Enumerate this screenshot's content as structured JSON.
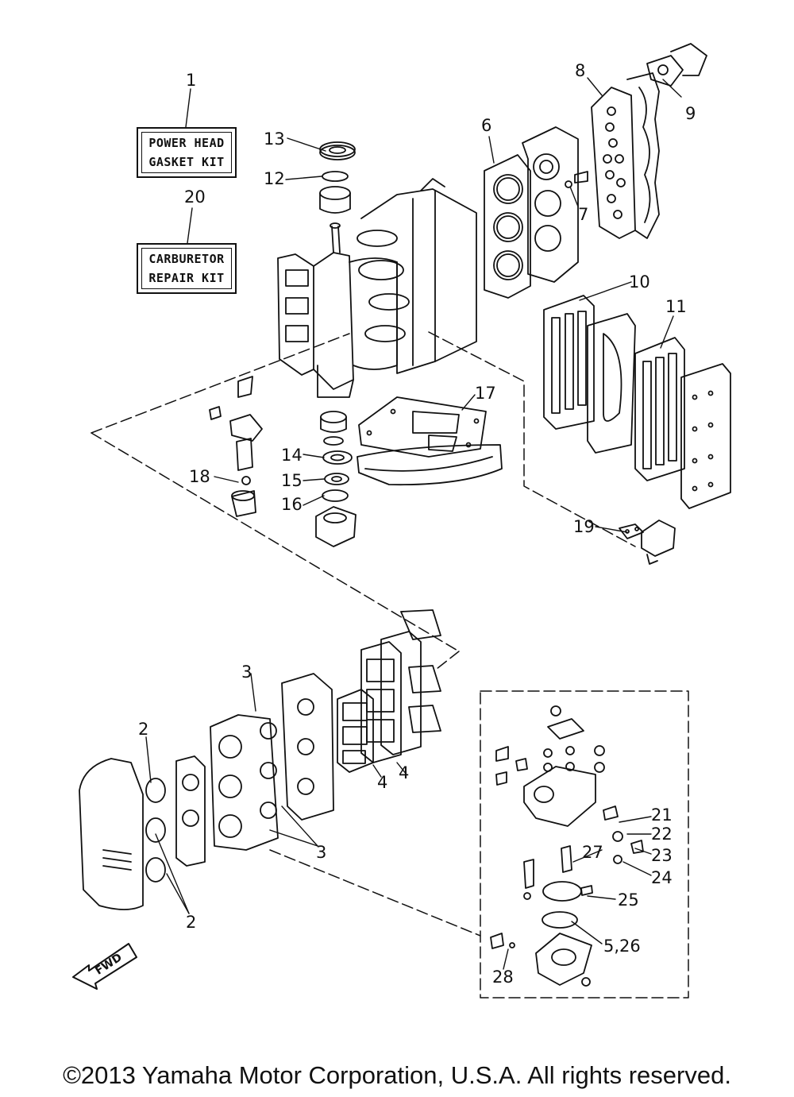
{
  "kits": {
    "power_head": {
      "number": "1",
      "line1": "POWER HEAD",
      "line2": "GASKET KIT"
    },
    "carburetor": {
      "number": "20",
      "line1": "CARBURETOR",
      "line2": "REPAIR KIT"
    }
  },
  "callouts": {
    "c2a": "2",
    "c2b": "2",
    "c3a": "3",
    "c3b": "3",
    "c4a": "4",
    "c4b": "4",
    "c6": "6",
    "c7": "7",
    "c8": "8",
    "c9": "9",
    "c10": "10",
    "c11": "11",
    "c12": "12",
    "c13": "13",
    "c14": "14",
    "c15": "15",
    "c16": "16",
    "c17": "17",
    "c18": "18",
    "c19": "19",
    "c21": "21",
    "c22": "22",
    "c23": "23",
    "c24": "24",
    "c25": "25",
    "c526": "5,26",
    "c27": "27",
    "c28": "28"
  },
  "fwd_label": "FWD",
  "copyright": "©2013 Yamaha Motor Corporation, U.S.A. All rights reserved."
}
